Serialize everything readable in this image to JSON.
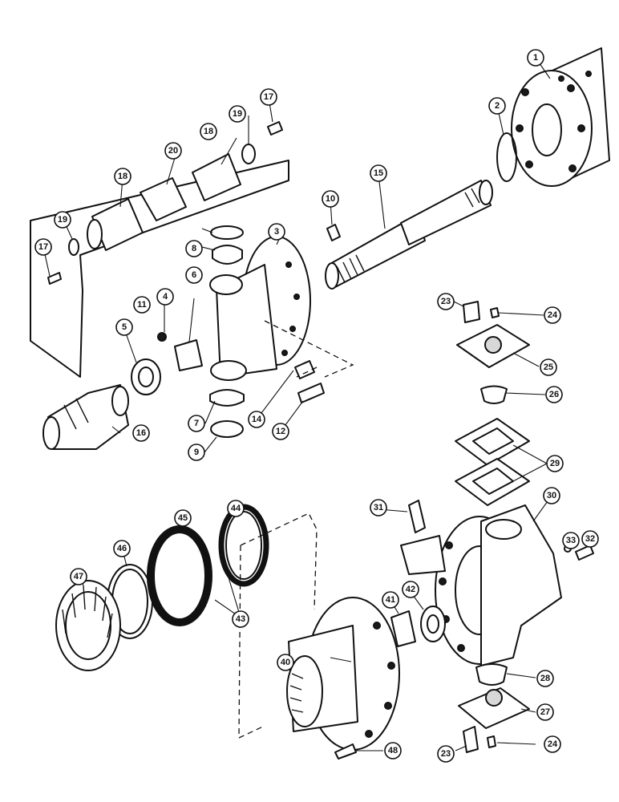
{
  "callouts": [
    {
      "id": "1"
    },
    {
      "id": "2"
    },
    {
      "id": "3"
    },
    {
      "id": "4"
    },
    {
      "id": "5"
    },
    {
      "id": "6"
    },
    {
      "id": "7"
    },
    {
      "id": "8"
    },
    {
      "id": "9"
    },
    {
      "id": "10"
    },
    {
      "id": "11"
    },
    {
      "id": "12"
    },
    {
      "id": "14"
    },
    {
      "id": "15"
    },
    {
      "id": "16"
    },
    {
      "id": "17a"
    },
    {
      "id": "17b"
    },
    {
      "id": "18a"
    },
    {
      "id": "18b"
    },
    {
      "id": "19a"
    },
    {
      "id": "19b"
    },
    {
      "id": "20"
    },
    {
      "id": "23a"
    },
    {
      "id": "23b"
    },
    {
      "id": "24a"
    },
    {
      "id": "24b"
    },
    {
      "id": "25"
    },
    {
      "id": "26"
    },
    {
      "id": "27"
    },
    {
      "id": "28"
    },
    {
      "id": "29"
    },
    {
      "id": "30"
    },
    {
      "id": "31"
    },
    {
      "id": "32"
    },
    {
      "id": "33"
    },
    {
      "id": "40"
    },
    {
      "id": "41"
    },
    {
      "id": "42"
    },
    {
      "id": "43"
    },
    {
      "id": "44"
    },
    {
      "id": "45"
    },
    {
      "id": "46"
    },
    {
      "id": "47"
    },
    {
      "id": "48"
    }
  ],
  "labels": {
    "c1": "1",
    "c2": "2",
    "c3": "3",
    "c4": "4",
    "c5": "5",
    "c6": "6",
    "c7": "7",
    "c8": "8",
    "c9": "9",
    "c10": "10",
    "c11": "11",
    "c12": "12",
    "c14": "14",
    "c15": "15",
    "c16": "16",
    "c17a": "17",
    "c17b": "17",
    "c18a": "18",
    "c18b": "18",
    "c19a": "19",
    "c19b": "19",
    "c20": "20",
    "c23a": "23",
    "c23b": "23",
    "c24a": "24",
    "c24b": "24",
    "c25": "25",
    "c26": "26",
    "c27": "27",
    "c28": "28",
    "c29": "29",
    "c30": "30",
    "c31": "31",
    "c32": "32",
    "c33": "33",
    "c40": "40",
    "c41": "41",
    "c42": "42",
    "c43": "43",
    "c44": "44",
    "c45": "45",
    "c46": "46",
    "c47": "47",
    "c48": "48"
  }
}
